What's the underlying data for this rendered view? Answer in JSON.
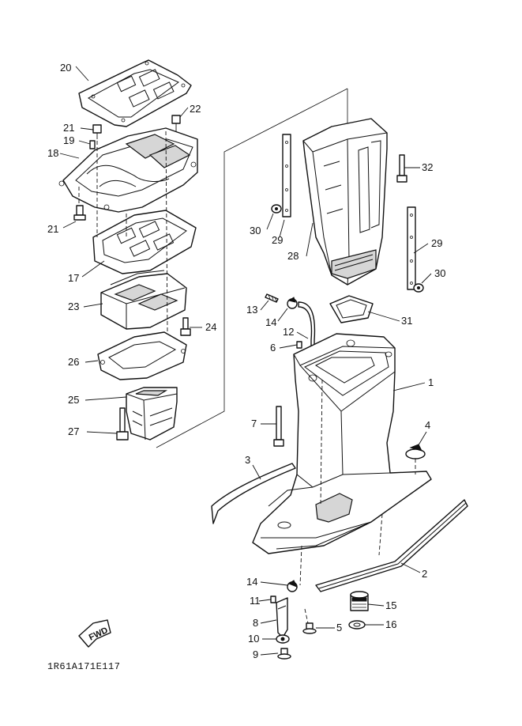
{
  "diagram_code": "1R61A171E117",
  "fwd_label": "FWD",
  "callouts": [
    {
      "id": "c1",
      "label": "1"
    },
    {
      "id": "c2",
      "label": "2"
    },
    {
      "id": "c3",
      "label": "3"
    },
    {
      "id": "c4",
      "label": "4"
    },
    {
      "id": "c5",
      "label": "5"
    },
    {
      "id": "c6",
      "label": "6"
    },
    {
      "id": "c7",
      "label": "7"
    },
    {
      "id": "c8",
      "label": "8"
    },
    {
      "id": "c9",
      "label": "9"
    },
    {
      "id": "c10",
      "label": "10"
    },
    {
      "id": "c11",
      "label": "11"
    },
    {
      "id": "c12",
      "label": "12"
    },
    {
      "id": "c13",
      "label": "13"
    },
    {
      "id": "c14a",
      "label": "14"
    },
    {
      "id": "c14b",
      "label": "14"
    },
    {
      "id": "c15",
      "label": "15"
    },
    {
      "id": "c16",
      "label": "16"
    },
    {
      "id": "c17",
      "label": "17"
    },
    {
      "id": "c18",
      "label": "18"
    },
    {
      "id": "c19",
      "label": "19"
    },
    {
      "id": "c20",
      "label": "20"
    },
    {
      "id": "c21a",
      "label": "21"
    },
    {
      "id": "c21b",
      "label": "21"
    },
    {
      "id": "c22",
      "label": "22"
    },
    {
      "id": "c23",
      "label": "23"
    },
    {
      "id": "c24",
      "label": "24"
    },
    {
      "id": "c25",
      "label": "25"
    },
    {
      "id": "c26",
      "label": "26"
    },
    {
      "id": "c27",
      "label": "27"
    },
    {
      "id": "c28",
      "label": "28"
    },
    {
      "id": "c29a",
      "label": "29"
    },
    {
      "id": "c29b",
      "label": "29"
    },
    {
      "id": "c30a",
      "label": "30"
    },
    {
      "id": "c30b",
      "label": "30"
    },
    {
      "id": "c31",
      "label": "31"
    },
    {
      "id": "c32",
      "label": "32"
    }
  ]
}
